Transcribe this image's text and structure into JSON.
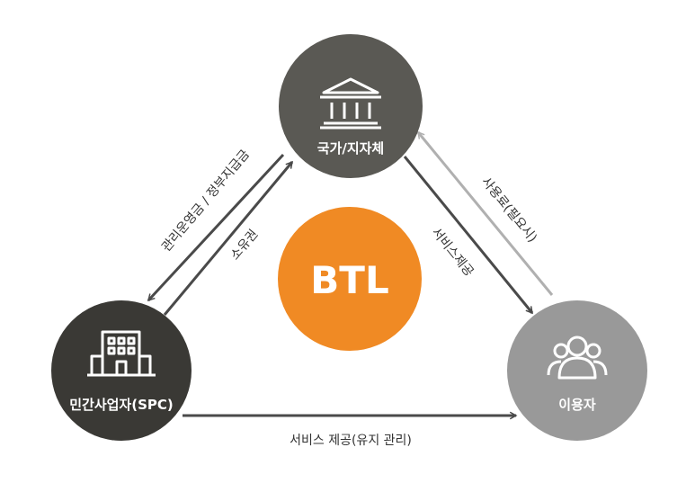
{
  "nodes": {
    "government": {
      "label": "국가/지자체",
      "icon": "bank-building-icon",
      "color": "#5a5954"
    },
    "spc": {
      "label": "민간사업자(SPC)",
      "icon": "office-building-icon",
      "color": "#3a3935"
    },
    "users": {
      "label": "이용자",
      "icon": "people-group-icon",
      "color": "#999999"
    },
    "center": {
      "label": "BTL",
      "color": "#f08a24"
    }
  },
  "edges": {
    "gov_to_spc": "관리운영금 / 정부지급금",
    "spc_to_gov": "소유권",
    "gov_to_users": "서비스제공",
    "users_to_gov": "사용료(필요시)",
    "spc_to_users": "서비스 제공(유지 관리)"
  },
  "colors": {
    "arrow_dark": "#4a4a4a",
    "arrow_light": "#b0b0b0",
    "label_text": "#333333"
  }
}
